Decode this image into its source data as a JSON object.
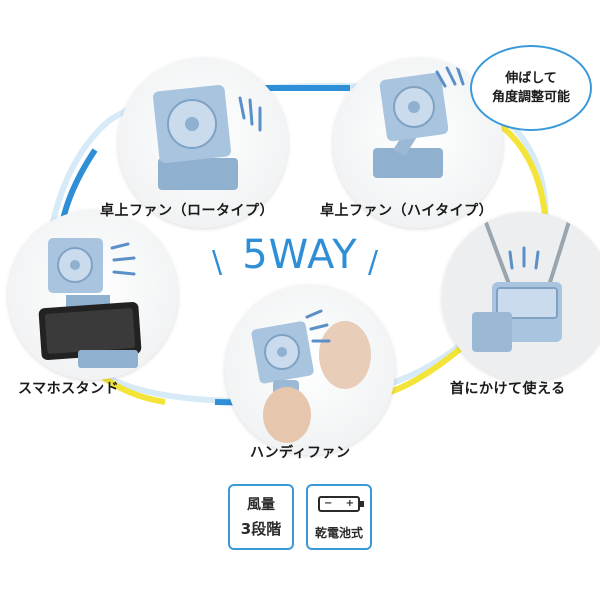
{
  "title": "5WAY",
  "modes": {
    "low_desk": "卓上ファン（ロータイプ）",
    "high_desk": "卓上ファン（ハイタイプ）",
    "phone_stand": "スマホスタンド",
    "handy": "ハンディファン",
    "neck": "首にかけて使える"
  },
  "bubble": {
    "line1": "伸ばして",
    "line2": "角度調整可能"
  },
  "badges": {
    "wind_line1": "風量",
    "wind_line2": "3段階",
    "battery_label": "乾電池式",
    "battery_minus": "−",
    "battery_plus": "+"
  },
  "colors": {
    "blue": "#2f8fd6",
    "light_blue": "#cfe6f6",
    "yellow": "#f4e43a",
    "product": "#a9c4de"
  }
}
